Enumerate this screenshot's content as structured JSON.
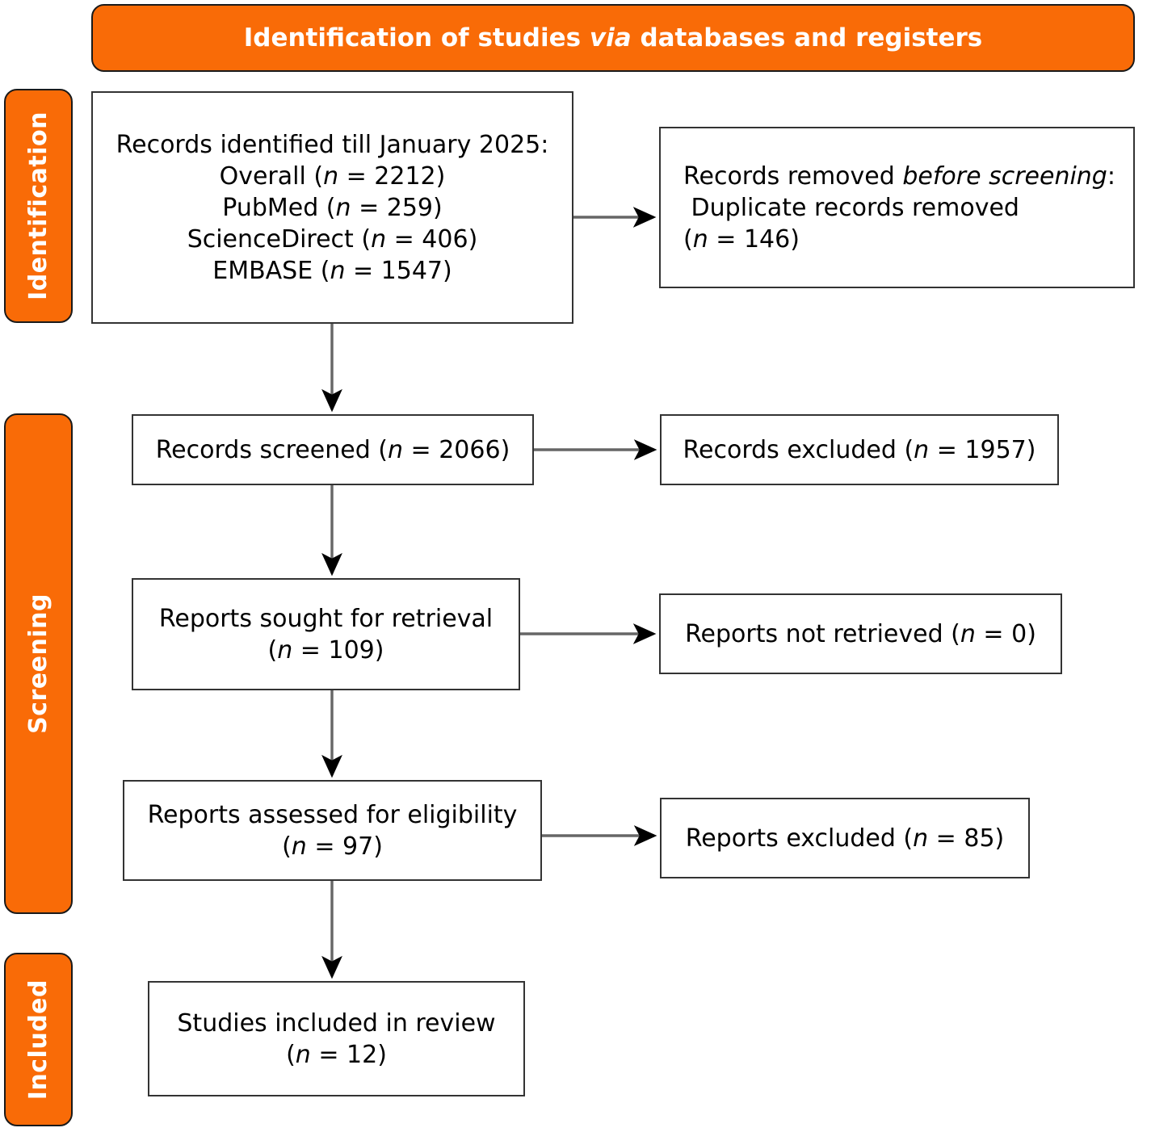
{
  "figure": {
    "type": "prisma-flow-diagram",
    "title": "Identification of studies via databases and registers",
    "title_plain": "Identification of studies ",
    "title_italic": "via",
    "title_tail": " databases and registers",
    "accent_color": "#F96B07",
    "box_border_color": "#333333",
    "arrow_color": "#666666",
    "text_color": "#000000"
  },
  "stages": [
    {
      "id": "identification",
      "label": "Identification"
    },
    {
      "id": "screening",
      "label": "Screening"
    },
    {
      "id": "included",
      "label": "Included"
    }
  ],
  "boxes": {
    "identified": {
      "lines": [
        "Records identified till January 2025:",
        "Overall (n = 2212)",
        "PubMed (n = 259)",
        "ScienceDirect (n = 406)",
        "EMBASE (n = 1547)"
      ],
      "heading": "Records identified till January 2025:",
      "sources": [
        {
          "name": "Overall",
          "n": 2212
        },
        {
          "name": "PubMed",
          "n": 259
        },
        {
          "name": "ScienceDirect",
          "n": 406
        },
        {
          "name": "EMBASE",
          "n": 1547
        }
      ]
    },
    "duplicates": {
      "line1_plain": "Records removed ",
      "line1_italic": "before screening",
      "line1_tail": ":",
      "line2": "Duplicate records removed",
      "line3_n": 146
    },
    "screened": {
      "label": "Records screened",
      "n": 2066
    },
    "records_excluded": {
      "label": "Records excluded",
      "n": 1957
    },
    "sought": {
      "label": "Reports sought for retrieval",
      "n": 109
    },
    "not_retrieved": {
      "label": "Reports not retrieved",
      "n": 0
    },
    "assessed": {
      "label": "Reports assessed for eligibility",
      "n": 97
    },
    "reports_excluded": {
      "label": "Reports excluded",
      "n": 85
    },
    "included": {
      "label": "Studies included in review",
      "n": 12
    }
  }
}
